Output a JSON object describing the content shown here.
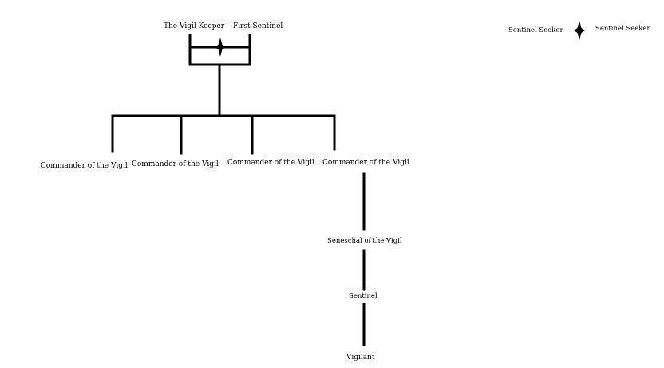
{
  "hierarchy": {
    "top": {
      "left_label": "The Vigil Keeper",
      "right_label": "First Sentinel"
    },
    "commanders": [
      "Commander of the Vigil",
      "Commander of the Vigil",
      "Commander of the Vigil",
      "Commander of the Vigil"
    ],
    "chain": [
      "Seneschal of the Vigil",
      "Sentinel",
      "Vigilant"
    ]
  },
  "legend": {
    "left_label": "Sentinel Seeker",
    "right_label": "Sentinel Seeker",
    "symbol": "marriage-star-icon"
  },
  "colors": {
    "line": "#000000",
    "background": "#ffffff"
  }
}
